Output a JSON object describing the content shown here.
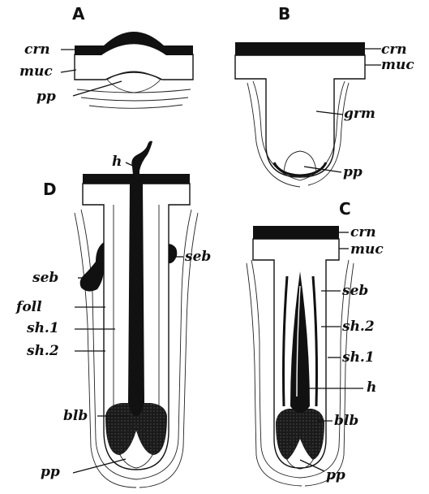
{
  "panels": {
    "a": "A",
    "b": "B",
    "c": "C",
    "d": "D"
  },
  "labels": {
    "a_crn": "crn",
    "a_muc": "muc",
    "a_pp": "pp",
    "b_crn": "crn",
    "b_muc": "muc",
    "b_grm": "grm",
    "b_pp": "pp",
    "d_h": "h",
    "d_seb_right": "seb",
    "d_seb_left": "seb",
    "d_foll": "foll",
    "d_sh1": "sh.1",
    "d_sh2": "sh.2",
    "d_blb": "blb",
    "d_pp": "pp",
    "c_crn": "crn",
    "c_muc": "muc",
    "c_seb": "seb",
    "c_sh2": "sh.2",
    "c_sh1": "sh.1",
    "c_h": "h",
    "c_blb": "blb",
    "c_pp": "pp"
  },
  "colors": {
    "ink": "#111111",
    "paper": "#ffffff"
  }
}
